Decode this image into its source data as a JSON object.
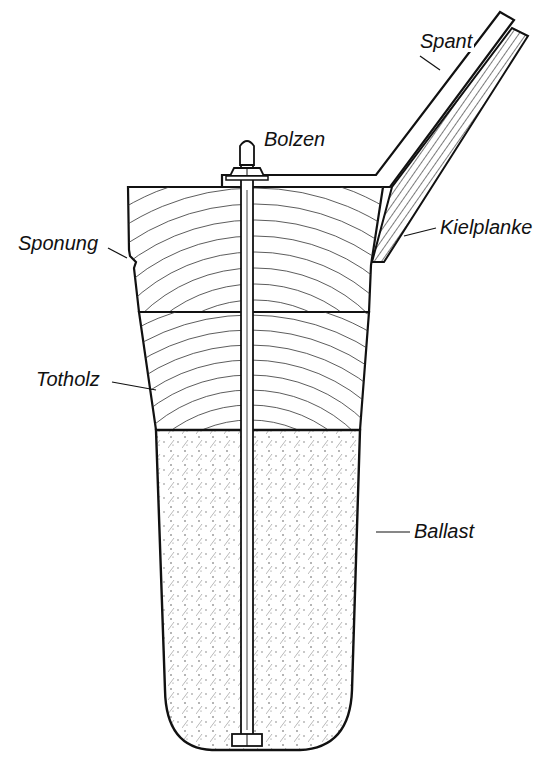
{
  "diagram": {
    "labels": [
      "Spant",
      "Bolzen",
      "Kielplanke",
      "Sponung",
      "Totholz",
      "Ballast"
    ]
  }
}
